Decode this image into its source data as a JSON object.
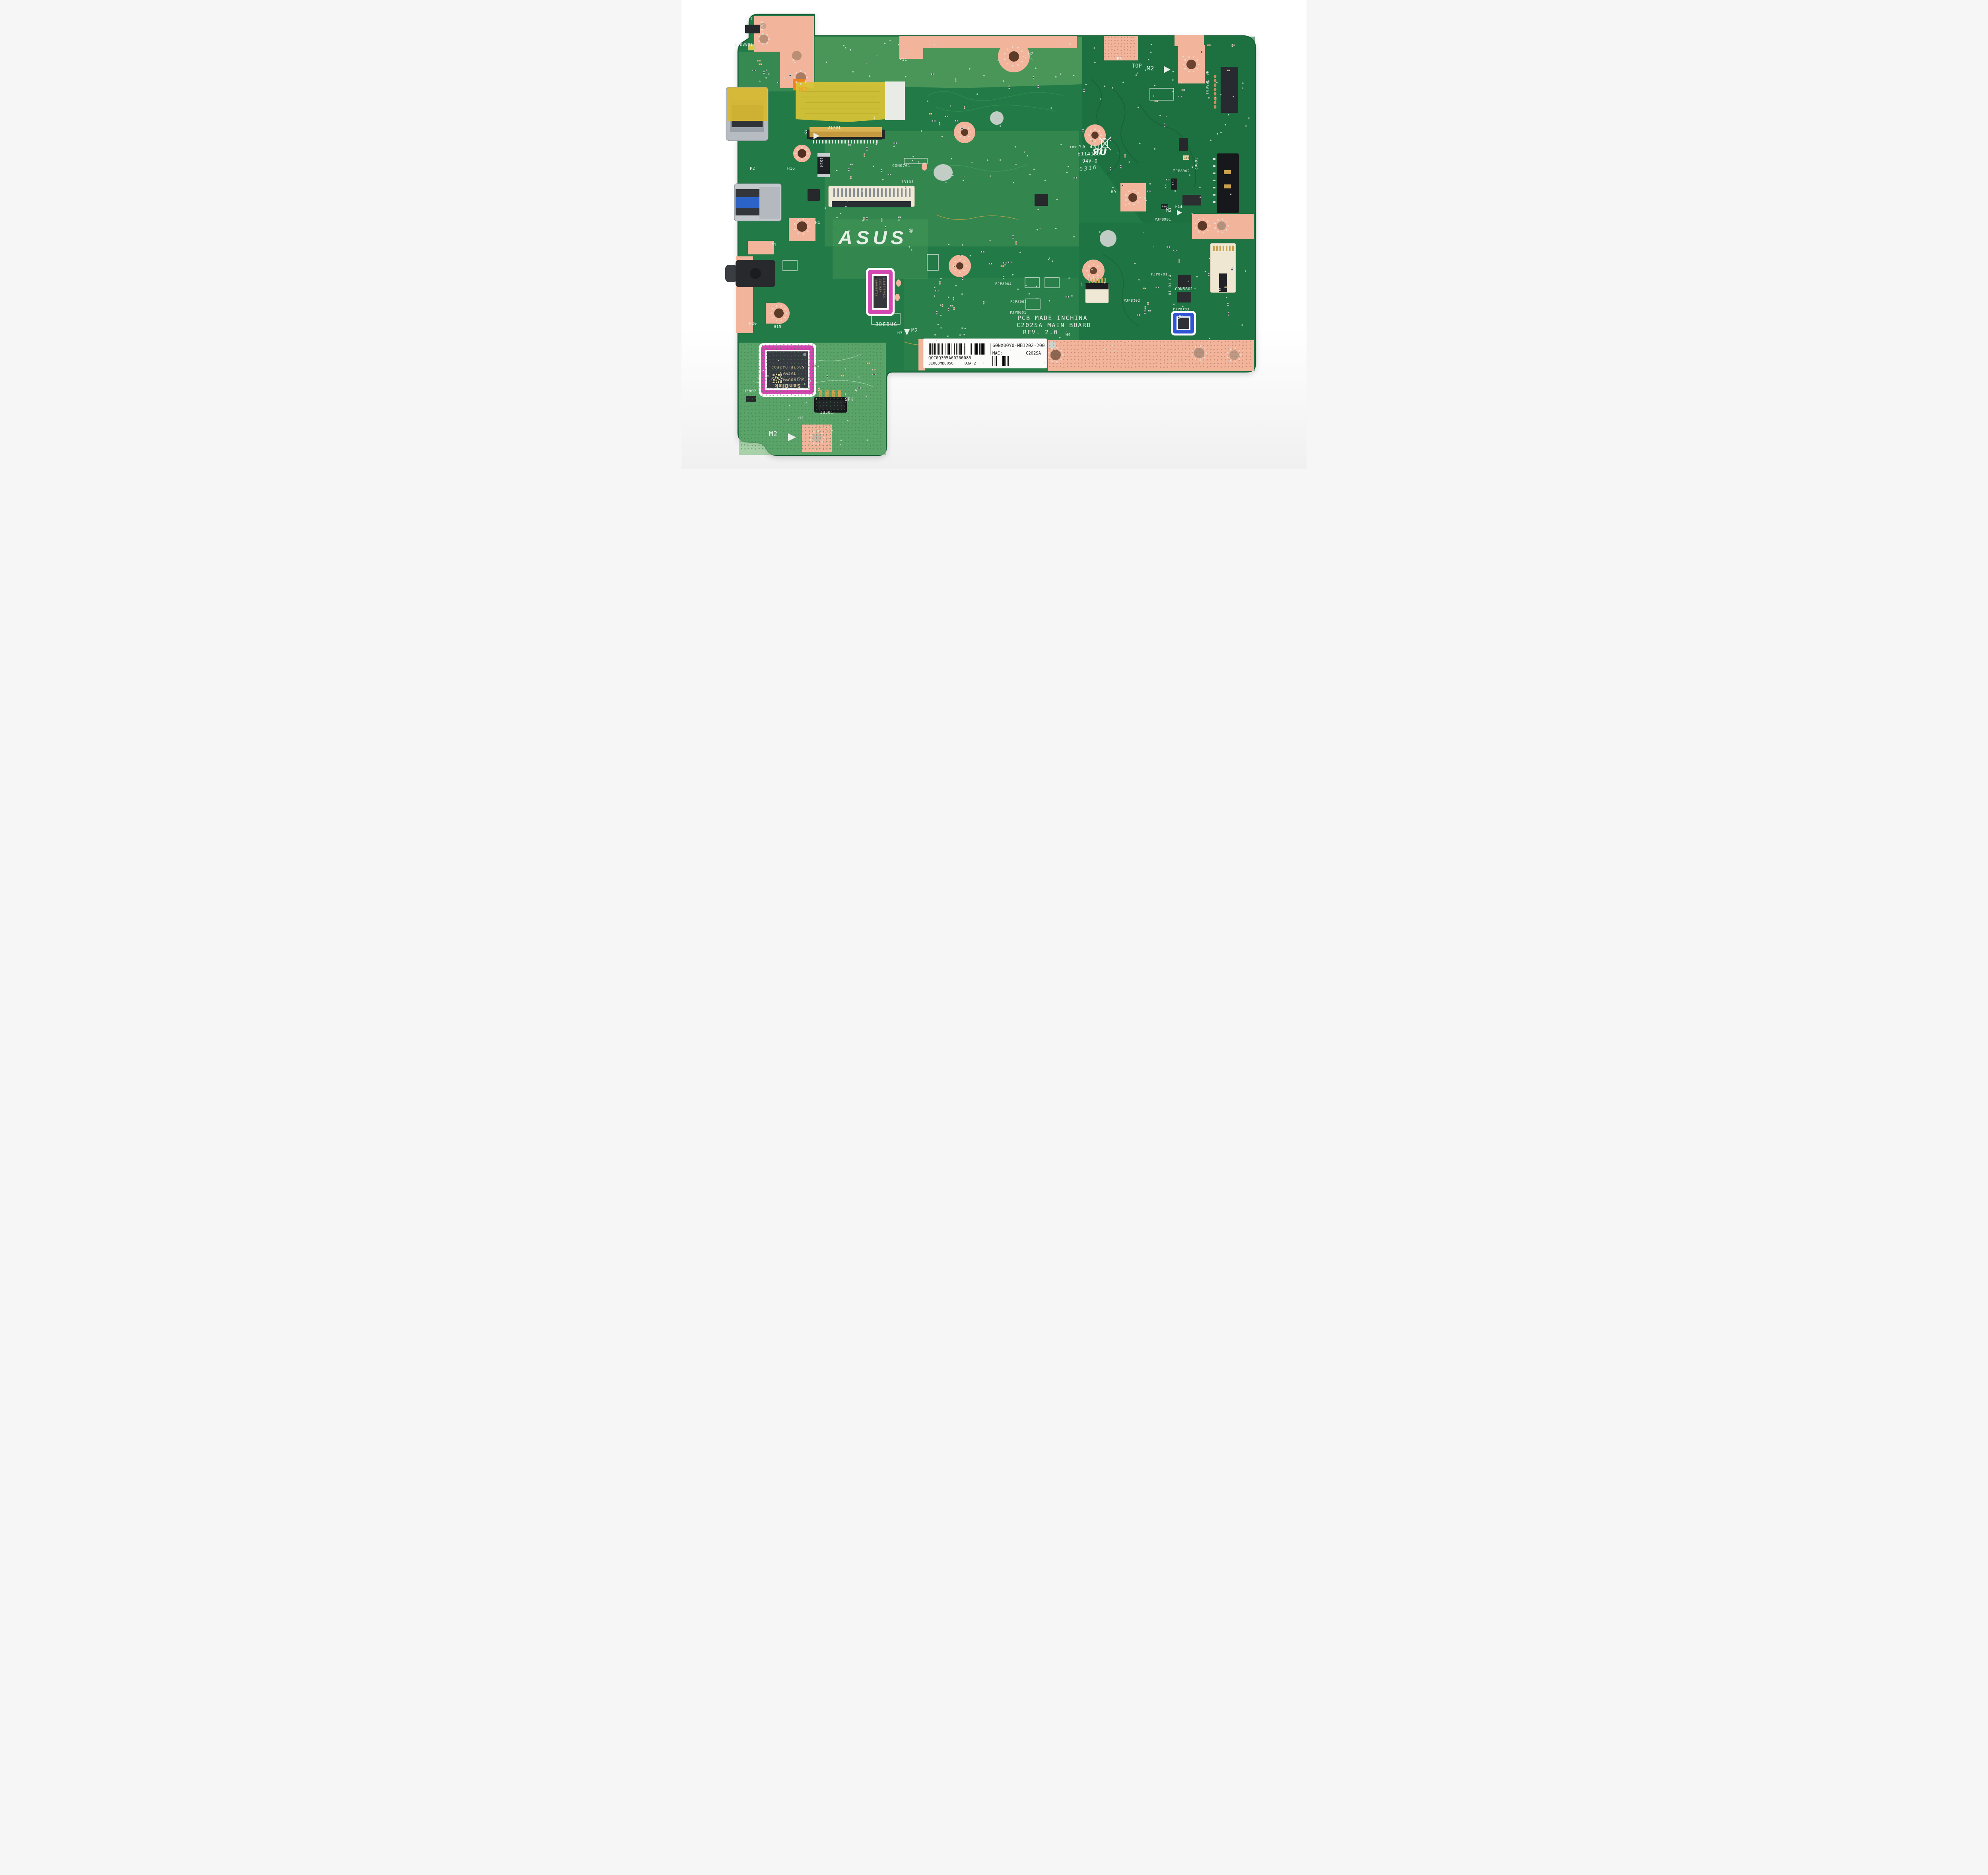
{
  "photo": {
    "subject": "ASUS C202SA laptop main board, top view on white background"
  },
  "logo": {
    "brand": "ASUS",
    "reg": "®"
  },
  "silk": {
    "h17": "H17",
    "u3801": "U3801",
    "lfd3801": "LFD3801",
    "m2_tape": "M2",
    "j1701": "J1701",
    "j1701_pin": "1",
    "g": "G",
    "p11": "P11",
    "h7": "H7",
    "con0701": "CON0701",
    "con0701_pin": "1",
    "j3101": "J3101",
    "p2": "P2",
    "h16": "H16",
    "p3": "P3",
    "top": "TOP",
    "m2_top": "M2",
    "h6": "H6",
    "jp5001": "JP5001",
    "pjp8902": "PJP8902",
    "j6002": "J6002",
    "h9": "H9",
    "h14": "H14",
    "m2_right": "M2",
    "pjp8901": "PJP8901",
    "h1": "H1",
    "p1": "P1",
    "pjp8004": "PJP8004",
    "pjp8007": "PJP8007",
    "pjp8001": "PJP8001",
    "j2902": "J2902",
    "j2902_pin": "1",
    "pjp8701": "PJP8701",
    "mb_to_io": "MB TO IO",
    "con5801": "CON5801",
    "pjp8702": "PJP8702",
    "pjp8703": "PJP8703",
    "h5": "H5",
    "h4": "H4",
    "h3": "H3",
    "m2_sticker": "M2",
    "jdebug": "JDEBUG",
    "p20": "P20",
    "h15": "H15",
    "u3802": "U3802",
    "spk": "SPK",
    "spk_pin": "1",
    "j3501": "J3501",
    "h2": "H2",
    "m2_bottom": "M2"
  },
  "cert": {
    "tmt": "tmt",
    "model": "YA-4A19",
    "ul_file": "E114139",
    "flamm": "94V-0",
    "ul_mark": "ЯU",
    "date_code": "0316"
  },
  "origin": {
    "line1": "PCB MADE INCHINA",
    "line2": "C202SA MAIN BOARD",
    "line3": "REV. 2.0"
  },
  "sticker": {
    "part_number": "60NX00Y0-MB1202-200",
    "mac_label": "MAC:",
    "mac_value": "C202SA",
    "serial": "QCC0Q305A60200085",
    "batch": "310Q3MB0050",
    "rev_code": "D3AF2"
  },
  "chips": {
    "tpm": {
      "line1": "SLB9655TT12",
      "line2": "G1529KIV",
      "line3": "11ZA527379IA1"
    },
    "emmc": {
      "line1": "5397PL042F92",
      "line2": "TAIWAN",
      "line3": "SDIN9DW4-16G",
      "brand": "SanDisk"
    },
    "r01": "R01",
    "p002": "P002",
    "fuse": "1524",
    "res100": "100"
  },
  "highlights": {
    "pink": "#d348b0",
    "blue": "#2f55d4"
  },
  "colors": {
    "board_green": "#227a46",
    "copper_pad": "#f2b49b",
    "silkscreen": "#e9efe9",
    "kapton_tape": "#d9c335"
  }
}
